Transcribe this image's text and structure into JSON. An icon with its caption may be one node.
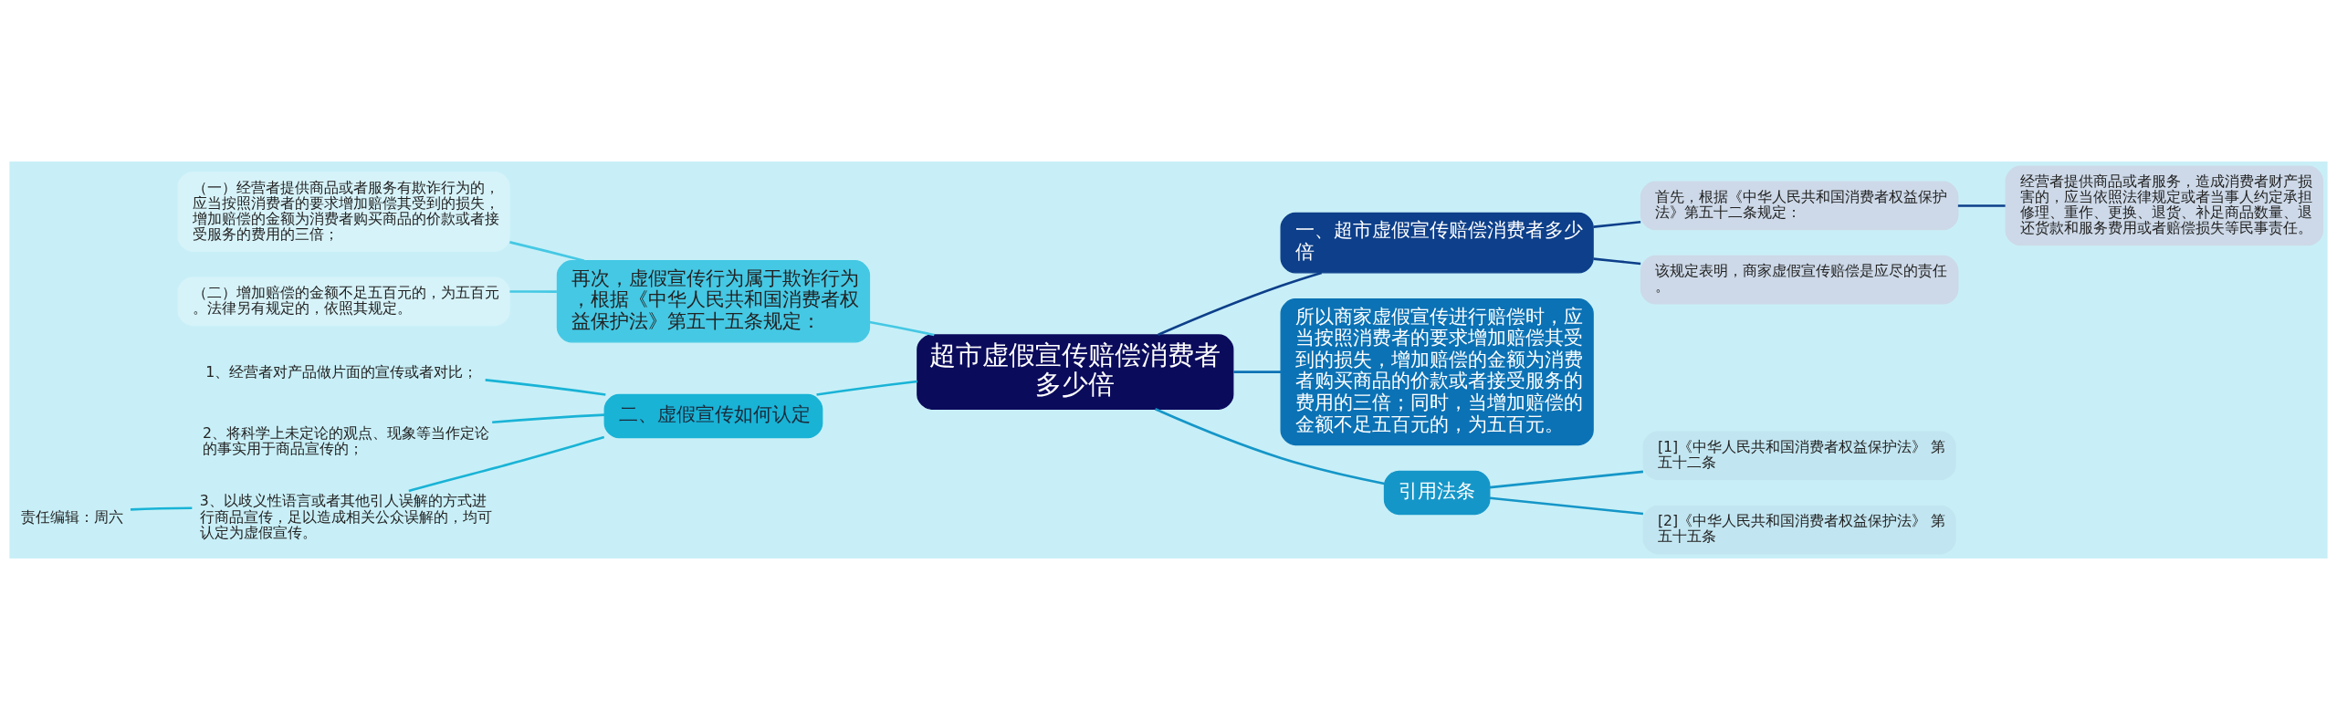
{
  "diagram": {
    "nodes": [
      {
        "text": [
          "超市虚假宣传赔偿消费者多少倍"
        ]
      },
      {
        "text": [
          "一、超市虚假宣传赔偿消费者多少倍"
        ]
      },
      {
        "text": [
          "首先，根据《中华人民共和国消费者权益保护法》第五十二条规定："
        ]
      },
      {
        "text": [
          "经营者提供商品或者服务，造成消费者财产损害的，应当依照法律规定或者当事人约定承担修理、重作、更换、退货、补足商品数量、退还货款和服务费用或者赔偿损失等民事责任。"
        ]
      },
      {
        "text": [
          "该规定表明，商家虚假宣传赔偿是应尽的责任。"
        ]
      },
      {
        "text": [
          "所以商家虚假宣传进行赔偿时，应当按照消费者的要求增加赔偿其受到的损失，增加赔偿的金额为消费者购买商品的价款或者接受服务的费用的三倍；同时，当增加赔偿的金额不足五百元的，为五百元。"
        ]
      },
      {
        "text": [
          "引用法条"
        ]
      },
      {
        "text": [
          "[1]《中华人民共和国消费者权益保护法》 第五十二条"
        ]
      },
      {
        "text": [
          "[2]《中华人民共和国消费者权益保护法》 第五十五条"
        ]
      },
      {
        "text": [
          "再次，虚假宣传行为属于欺诈行为，根据《中华人民共和国消费者权益保护法》第五十五条规定："
        ]
      },
      {
        "text": [
          "（一）经营者提供商品或者服务有欺诈行为的，应当按照消费者的要求增加赔偿其受到的损失，增加赔偿的金额为消费者购买商品的价款或者接受服务的费用的三倍；"
        ]
      },
      {
        "text": [
          "（二）增加赔偿的金额不足五百元的，为五百元。法律另有规定的，依照其规定。"
        ]
      },
      {
        "text": [
          "二、虚假宣传如何认定"
        ]
      },
      {
        "text": [
          "1、经营者对产品做片面的宣传或者对比；"
        ]
      },
      {
        "text": [
          "2、将科学上未定论的观点、现象等当作定论的事实用于商品宣传的；"
        ]
      },
      {
        "text": [
          "3、以歧义性语言或者其他引人误解的方式进行商品宣传，足以造成相关公众误解的，均可认定为虚假宣传。"
        ]
      },
      {
        "text": [
          "责任编辑：周六"
        ]
      }
    ],
    "edges": [
      {
        "from": 0,
        "to": 1,
        "arrow": "none",
        "color": "#0d3f8a"
      },
      {
        "from": 1,
        "to": 2,
        "arrow": "none",
        "color": "#0d3f8a"
      },
      {
        "from": 2,
        "to": 3,
        "arrow": "none",
        "color": "#0d3f8a"
      },
      {
        "from": 1,
        "to": 4,
        "arrow": "none",
        "color": "#0d3f8a"
      },
      {
        "from": 0,
        "to": 5,
        "arrow": "none",
        "color": "#0b72b5"
      },
      {
        "from": 0,
        "to": 6,
        "arrow": "none",
        "color": "#1596c8"
      },
      {
        "from": 6,
        "to": 7,
        "arrow": "none",
        "color": "#1596c8"
      },
      {
        "from": 6,
        "to": 8,
        "arrow": "none",
        "color": "#1596c8"
      },
      {
        "from": 0,
        "to": 9,
        "arrow": "none",
        "color": "#45c8e4"
      },
      {
        "from": 9,
        "to": 10,
        "arrow": "none",
        "color": "#45c8e4"
      },
      {
        "from": 9,
        "to": 11,
        "arrow": "none",
        "color": "#45c8e4"
      },
      {
        "from": 0,
        "to": 12,
        "arrow": "none"
      },
      {
        "from": 12,
        "to": 13,
        "arrow": "none"
      },
      {
        "from": 12,
        "to": 14,
        "arrow": "none"
      },
      {
        "from": 12,
        "to": 15,
        "arrow": "none"
      },
      {
        "from": 15,
        "to": 16,
        "arrow": "none"
      }
    ]
  }
}
